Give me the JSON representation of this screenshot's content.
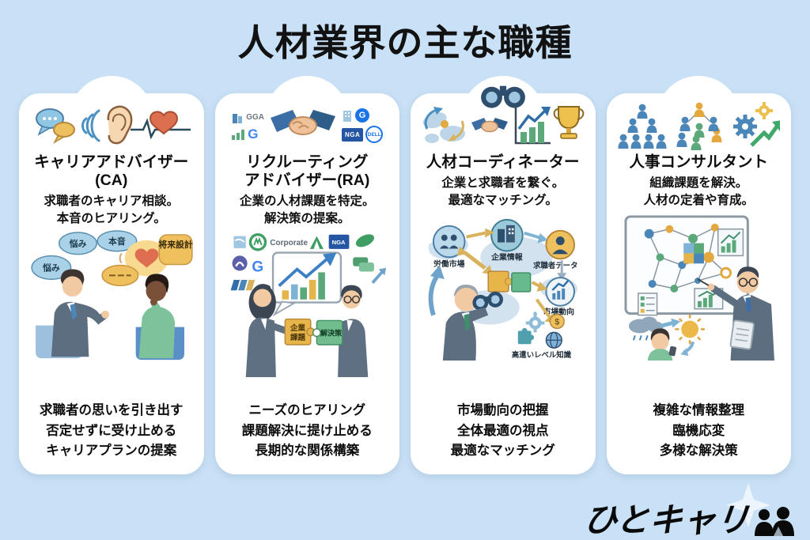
{
  "page": {
    "title": "人材業界の主な職種",
    "background_color": "#c9e1f6",
    "card_color": "#ffffff",
    "text_color": "#0d0d0d"
  },
  "brand": {
    "text": "ひとキャリ",
    "icon": "two-people-silhouette-icon",
    "star_color": "#eef6fd"
  },
  "cards": [
    {
      "id": "career-advisor",
      "top_icons": [
        "chat-bubbles-icon",
        "sound-waves-icon",
        "ear-icon",
        "heart-pulse-icon"
      ],
      "title_lines": [
        "キャリアアドバイザー",
        "(CA)"
      ],
      "description_lines": [
        "求職者のキャリア相談。",
        "本音のヒアリング。"
      ],
      "illustration": {
        "scene": "advisor-listening-to-jobseeker",
        "bubble_labels": [
          "悩み",
          "悩み",
          "本音",
          "将来設計"
        ]
      },
      "bottom_lines": [
        "求職者の思いを引き出す",
        "否定せずに受け止める",
        "キャリアプランの提案"
      ]
    },
    {
      "id": "recruiting-advisor",
      "top_icons": [
        "company-logos-icon",
        "handshake-icon"
      ],
      "logos": {
        "gga": "GGA",
        "g": "G",
        "nga": "NGA",
        "dell": "DELL",
        "corporate": "Corporate"
      },
      "title_lines": [
        "リクルーティング",
        "アドバイザー(RA)"
      ],
      "description_lines": [
        "企業の人材課題を特定。",
        "解決策の提案。"
      ],
      "illustration": {
        "scene": "two-consultants-joining-puzzle-pieces",
        "puzzle_left_lines": [
          "企業",
          "課題"
        ],
        "puzzle_right": "解決策"
      },
      "bottom_lines": [
        "ニーズのヒアリング",
        "課題解決に提け止める",
        "長期的な関係構築"
      ]
    },
    {
      "id": "hr-coordinator",
      "top_icons": [
        "binoculars-icon",
        "world-map-icon",
        "handshake-icon",
        "growth-chart-icon",
        "trophy-icon"
      ],
      "title_lines": [
        "人材コーディネーター"
      ],
      "description_lines": [
        "企業と求職者を繋ぐ。",
        "最適なマッチング。"
      ],
      "illustration": {
        "scene": "man-with-binoculars-matching-flow",
        "node_labels": [
          "労働市場",
          "企業情報",
          "求職者データ",
          "市場動向"
        ],
        "knowledge_label": "高遣いレベル知識",
        "coin_symbol": "$"
      },
      "bottom_lines": [
        "市場動向の把握",
        "全体最適の視点",
        "最適なマッチング"
      ]
    },
    {
      "id": "hr-consultant",
      "top_icons": [
        "org-pyramid-icon",
        "team-network-icon",
        "gears-growth-icon"
      ],
      "title_lines": [
        "人事コンサルタント"
      ],
      "description_lines": [
        "組織課題を解決。",
        "人材の定着や育成。"
      ],
      "illustration": {
        "scene": "consultant-explaining-network-whiteboard"
      },
      "bottom_lines": [
        "複雑な情報整理",
        "臨機応変",
        "多様な解決策"
      ]
    }
  ]
}
